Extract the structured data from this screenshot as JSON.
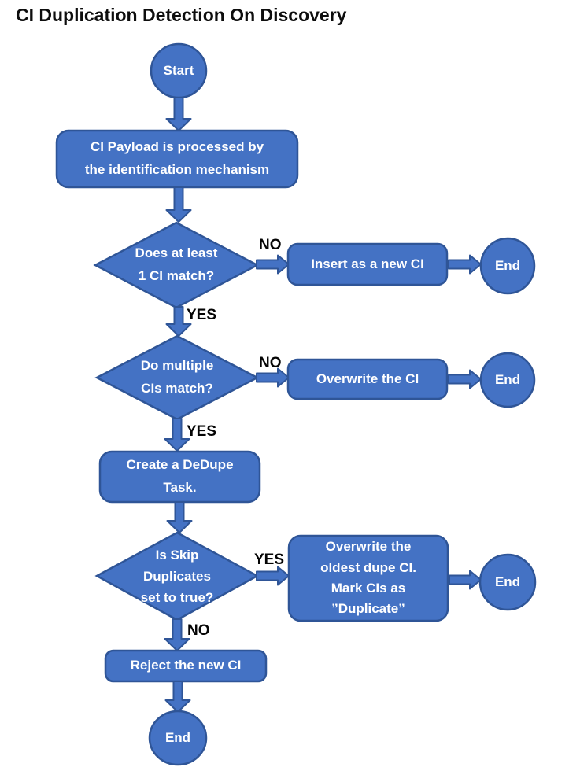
{
  "title": "CI Duplication Detection On Discovery",
  "palette": {
    "node_fill": "#4472C4",
    "node_border": "#2F5597",
    "node_text": "#FFFFFF",
    "edge_label_text": "#000000",
    "title_text": "#000000"
  },
  "nodes": {
    "start": {
      "label": "Start"
    },
    "process_payload": {
      "lines": [
        "CI Payload is processed by",
        "the identification mechanism"
      ]
    },
    "decision_ci_match": {
      "lines": [
        "Does at least",
        "1 CI match?"
      ]
    },
    "insert_new_ci": {
      "label": "Insert as a new CI"
    },
    "end_after_insert": {
      "label": "End"
    },
    "decision_multiple_match": {
      "lines": [
        "Do multiple",
        "CIs match?"
      ]
    },
    "overwrite_ci": {
      "label": "Overwrite the CI"
    },
    "end_after_overwrite": {
      "label": "End"
    },
    "create_dedupe_task": {
      "lines": [
        "Create a DeDupe",
        "Task."
      ]
    },
    "decision_skip_duplicates": {
      "lines": [
        "Is Skip",
        "Duplicates",
        "set to true?"
      ]
    },
    "overwrite_oldest_dupe": {
      "lines": [
        "Overwrite the",
        "oldest dupe CI.",
        "Mark CIs as",
        "”Duplicate”"
      ]
    },
    "end_after_dedupe": {
      "label": "End"
    },
    "reject_new_ci": {
      "label": "Reject the new CI"
    },
    "end_after_reject": {
      "label": "End"
    }
  },
  "edge_labels": {
    "ci_match_no": "NO",
    "ci_match_yes": "YES",
    "multiple_no": "NO",
    "multiple_yes": "YES",
    "skip_yes": "YES",
    "skip_no": "NO"
  }
}
